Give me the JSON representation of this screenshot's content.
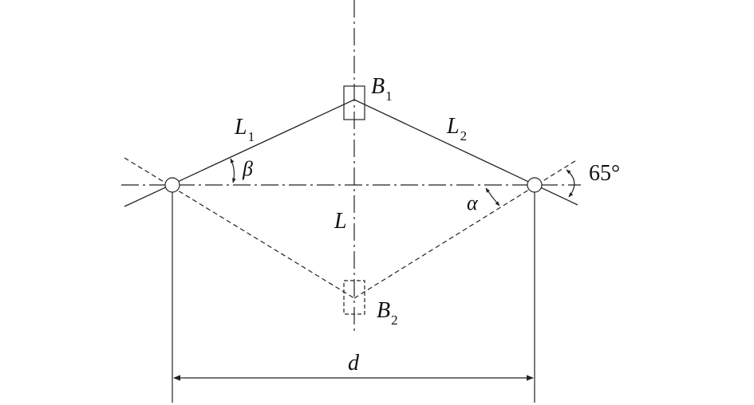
{
  "labels": {
    "b1_main": "B",
    "b1_sub": "1",
    "b2_main": "B",
    "b2_sub": "2",
    "l1_main": "L",
    "l1_sub": "1",
    "l2_main": "L",
    "l2_sub": "2",
    "l_center": "L",
    "beta": "β",
    "alpha": "α",
    "angle_65": "65°",
    "distance_d": "d"
  },
  "colors": {
    "stroke": "#222222",
    "text": "#111111"
  }
}
